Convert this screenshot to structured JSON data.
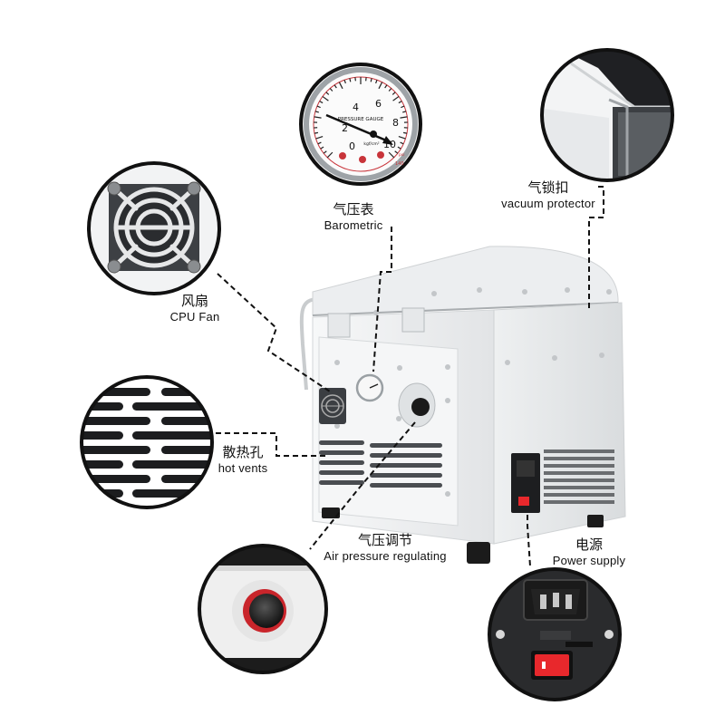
{
  "callouts": {
    "barometer": {
      "zh": "气压表",
      "en": "Barometric"
    },
    "vacuum_protector": {
      "zh": "气锁扣",
      "en": "vacuum protector"
    },
    "cpu_fan": {
      "zh": "风扇",
      "en": "CPU Fan"
    },
    "hot_vents": {
      "zh": "散热孔",
      "en": "hot vents"
    },
    "air_pressure": {
      "zh": "气压调节",
      "en": "Air pressure regulating"
    },
    "power_supply": {
      "zh": "电源",
      "en": "Power supply"
    }
  },
  "gauge": {
    "inner_ticks": [
      "0",
      "2",
      "4",
      "6",
      "8",
      "10"
    ],
    "title": "PRESSURE GAUGE",
    "unit": "kgf/cm²",
    "outer_unit": "psi",
    "outer_max": "140"
  },
  "colors": {
    "machine_body": "#f2f3f4",
    "gauge_red": "#c8343a",
    "switch_red": "#e8282c",
    "callout_line": "#111111"
  },
  "icons": {
    "fan": "fan-grille-icon",
    "vents": "vent-slots-icon",
    "knob": "pressure-knob-icon",
    "power": "power-socket-icon"
  }
}
